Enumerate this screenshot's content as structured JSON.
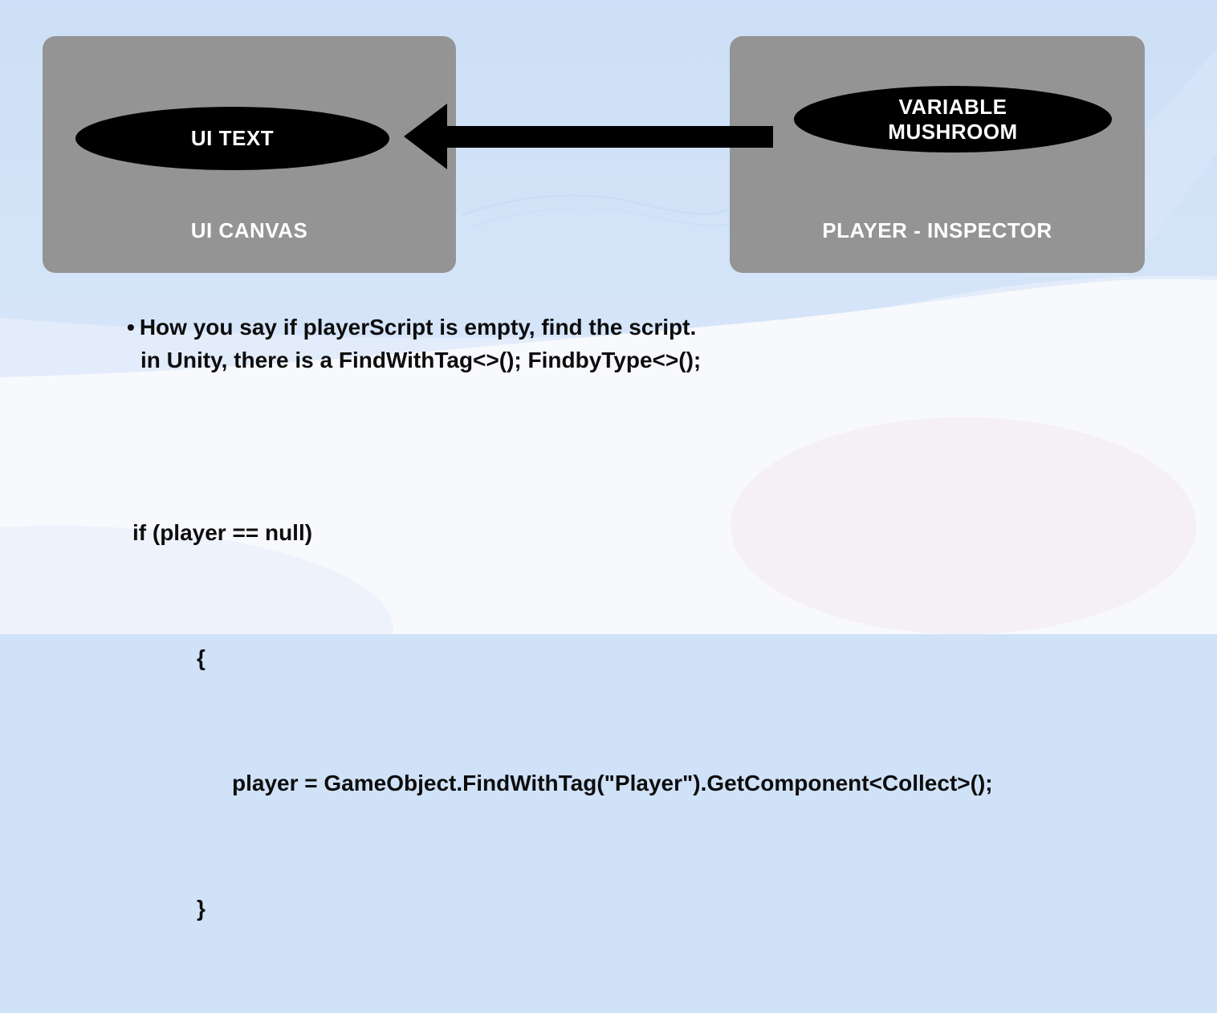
{
  "slide": {
    "diagram": {
      "left_box": {
        "ellipse_label": "UI TEXT",
        "box_label": "UI CANVAS"
      },
      "right_box": {
        "ellipse_lines": [
          "VARIABLE",
          "MUSHROOM"
        ],
        "box_label": "PLAYER - INSPECTOR"
      },
      "arrow_direction": "right-to-left"
    },
    "bullet_note": {
      "marker": "•",
      "lines": [
        "How you say if playerScript is empty, find the script.",
        "in Unity, there is a FindWithTag<>(); FindbyType<>();"
      ]
    },
    "code_snippet": {
      "lines": [
        "if (player == null)",
        "{",
        "player = GameObject.FindWithTag(\"Player\").GetComponent<Collect>();",
        "}"
      ]
    },
    "colors": {
      "box_gray": "#949494",
      "shape_black": "#000000",
      "label_white": "#ffffff",
      "background_blue": "#d2e3f8",
      "background_white": "#f8f9fd",
      "text_black": "#0d0d0d"
    }
  }
}
